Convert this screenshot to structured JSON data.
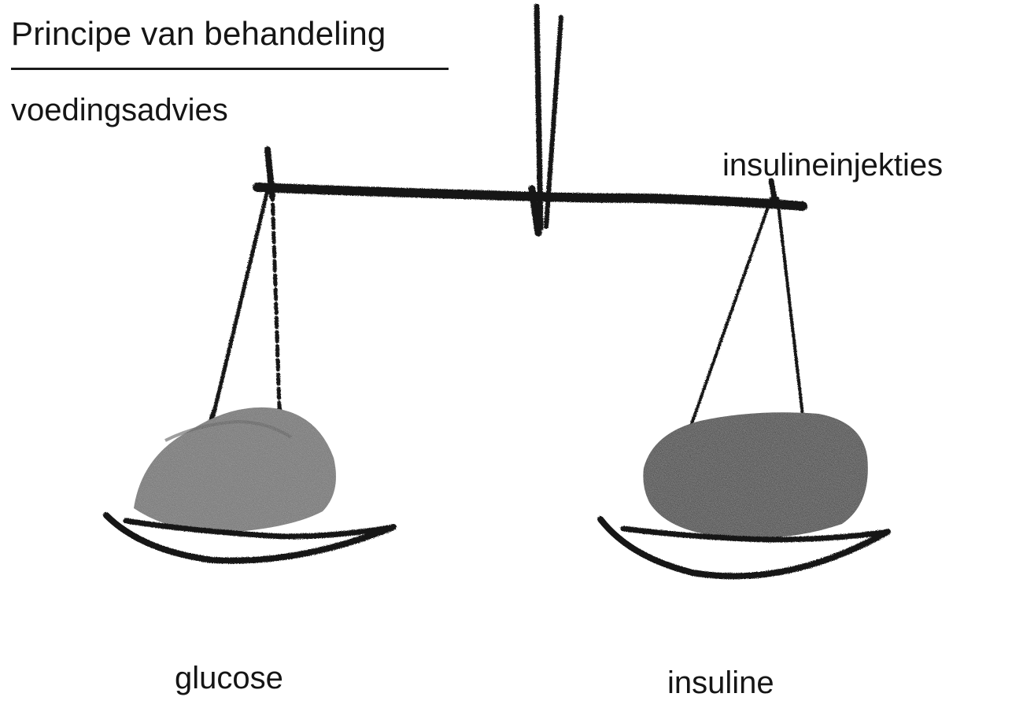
{
  "title": "Principe van behandeling",
  "labels": {
    "left_top": "voedingsadvies",
    "right_top": "insulineinjekties",
    "left_bottom": "glucose",
    "right_bottom": "insuline"
  },
  "colors": {
    "ink": "#151515",
    "left_load": "#6c6c6c",
    "right_load": "#252525"
  }
}
